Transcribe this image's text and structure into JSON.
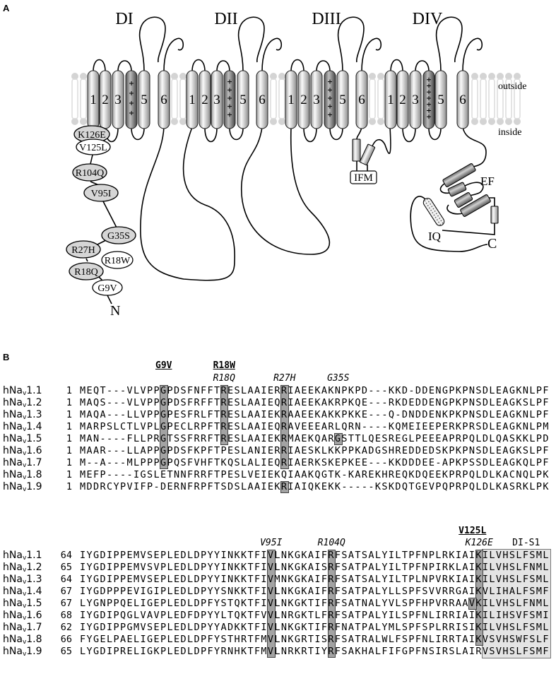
{
  "panel_a": {
    "letter": "A",
    "domains": [
      {
        "label": "DI",
        "helix_labels": [
          "1",
          "2",
          "3",
          "",
          "5",
          "6"
        ],
        "s4_charges": 4
      },
      {
        "label": "DII",
        "helix_labels": [
          "1",
          "2",
          "3",
          "",
          "5",
          "6"
        ],
        "s4_charges": 5
      },
      {
        "label": "DIII",
        "helix_labels": [
          "1",
          "2",
          "3",
          "",
          "5",
          "6"
        ],
        "s4_charges": 5
      },
      {
        "label": "DIV",
        "helix_labels": [
          "1",
          "2",
          "3",
          "",
          "5",
          "6"
        ],
        "s4_charges": 7
      }
    ],
    "outside_label": "outside",
    "inside_label": "inside",
    "mutations": [
      {
        "label": "K126E",
        "shaded": true
      },
      {
        "label": "V125L",
        "shaded": false
      },
      {
        "label": "R104Q",
        "shaded": true
      },
      {
        "label": "V95I",
        "shaded": true
      },
      {
        "label": "G35S",
        "shaded": true
      },
      {
        "label": "R27H",
        "shaded": true
      },
      {
        "label": "R18Q",
        "shaded": true
      },
      {
        "label": "R18W",
        "shaded": false
      },
      {
        "label": "G9V",
        "shaded": false
      }
    ],
    "n_terminus": "N",
    "c_terminus": "C",
    "ifm_label": "IFM",
    "ef_label": "EF",
    "iq_label": "IQ"
  },
  "panel_b": {
    "letter": "B",
    "blocks": [
      {
        "annotations": [
          {
            "text": "G9V",
            "col": 12,
            "style": "bold",
            "line": 0
          },
          {
            "text": "R18W",
            "col": 21,
            "style": "bold",
            "line": 0
          },
          {
            "text": "R18Q",
            "col": 21,
            "style": "italic",
            "line": 1
          },
          {
            "text": "R27H",
            "col": 30,
            "style": "italic",
            "line": 1
          },
          {
            "text": "G35S",
            "col": 38,
            "style": "italic",
            "line": 1
          }
        ],
        "highlights": [
          {
            "col": 12,
            "rows": [
              0,
              6
            ]
          },
          {
            "col": 21,
            "rows": [
              0,
              4
            ]
          },
          {
            "col": 30,
            "rows": [
              0,
              6
            ]
          },
          {
            "col": 30,
            "rows": [
              8,
              8
            ]
          },
          {
            "col": 38,
            "rows": [
              4,
              4
            ]
          }
        ],
        "rows": [
          {
            "name": "hNa",
            "sub": "v",
            "ver": "1.1",
            "start": "1",
            "seq": "MEQT---VLVPPGPDSFNFFTRESLAAIERRIAEEKAKNPKPD---KKD-DDENGPKPNSDLEAGKNLPF"
          },
          {
            "name": "hNa",
            "sub": "v",
            "ver": "1.2",
            "start": "1",
            "seq": "MAQS---VLVPPGPDSFRFFTRESLAAIEQRIAEEKAKRPKQE---RKDEDDENGPKPNSDLEAGKSLPF"
          },
          {
            "name": "hNa",
            "sub": "v",
            "ver": "1.3",
            "start": "1",
            "seq": "MAQA---LLVPPGPESFRLFTRESLAAIEKRAAEEKAKKPKKE---Q-DNDDENKPKPNSDLEAGKNLPF"
          },
          {
            "name": "hNa",
            "sub": "v",
            "ver": "1.4",
            "start": "1",
            "seq": "MARPSLCTLVPLGPECLRPFTRESLAAIEQRAVEEEARLQRN----KQMEIEEPERKPRSDLEAGKNLPM"
          },
          {
            "name": "hNa",
            "sub": "v",
            "ver": "1.5",
            "start": "1",
            "seq": "MAN----FLLPRGTSSFRRFTRESLAAIEKRMAEKQARGSTTLQESREGLPEEEAPRPQLDLQASKKLPD"
          },
          {
            "name": "hNa",
            "sub": "v",
            "ver": "1.6",
            "start": "1",
            "seq": "MAAR---LLAPPGPDSFKPFTPESLANIERRIAESKLKKPPKADGSHREDDEDSKPKPNSDLEAGKSLPF"
          },
          {
            "name": "hNa",
            "sub": "v",
            "ver": "1.7",
            "start": "1",
            "seq": "M--A---MLPPPGPQSFVHFTKQSLALIEQRIAERKSKEPKEE---KKDDDEE-APKPSSDLEAGKQLPF"
          },
          {
            "name": "hNa",
            "sub": "v",
            "ver": "1.8",
            "start": "1",
            "seq": "MEFP----IGSLETNNFRRFTPESLVEIEKQIAAKQGTK-KAREKHREQKDQEEKPRPQLDLKACNQLPK"
          },
          {
            "name": "hNa",
            "sub": "v",
            "ver": "1.9",
            "start": "1",
            "seq": "MDDRCYPVIFP-DERNFRPFTSDSLAAIEKRIAIQKEKK-----KSKDQTGEVPQPRPQLDLKASRKLPK"
          }
        ]
      },
      {
        "annotations": [
          {
            "text": "V125L",
            "col": 58,
            "style": "bold",
            "line": 0
          },
          {
            "text": "V95I",
            "col": 28,
            "style": "italic",
            "line": 1
          },
          {
            "text": "R104Q",
            "col": 37,
            "style": "italic",
            "line": 1
          },
          {
            "text": "K126E",
            "col": 59,
            "style": "italic",
            "line": 1
          },
          {
            "text": "DI-S1",
            "col": 66,
            "style": "plain",
            "line": 1
          }
        ],
        "region": {
          "label": "DI-S1",
          "cols": [
            60,
            69
          ],
          "rows": [
            0,
            8
          ]
        },
        "highlights": [
          {
            "col": 28,
            "rows": [
              0,
              8
            ]
          },
          {
            "col": 37,
            "rows": [
              0,
              8
            ]
          },
          {
            "col": 59,
            "rows": [
              0,
              7
            ]
          },
          {
            "col": 58,
            "rows": [
              4,
              4
            ]
          }
        ],
        "rows": [
          {
            "name": "hNa",
            "sub": "v",
            "ver": "1.1",
            "start": "64",
            "seq": "IYGDIPPEMVSEPLEDLDPYYINKKTFIVLNKGKAIFRFSATSALYILTPFNPLRKIAIKILVHSLFSML"
          },
          {
            "name": "hNa",
            "sub": "v",
            "ver": "1.2",
            "start": "65",
            "seq": "IYGDIPPEMVSVPLEDLDPYYINKKTFIVLNKGKAISRFSATPALYILTPFNPIRKLAIKILVHSLFNML"
          },
          {
            "name": "hNa",
            "sub": "v",
            "ver": "1.3",
            "start": "64",
            "seq": "IYGDIPPEMVSEPLEDLDPYYINKKTFIVMNKGKAIFRFSATSALYILTPLNPVRKIAIKILVHSLFSML"
          },
          {
            "name": "hNa",
            "sub": "v",
            "ver": "1.4",
            "start": "67",
            "seq": "IYGDPPPEVIGIPLEDLDPYYSNKKTFIVLNKGKAIFRFSATPALYLLSPFSVVRRGAIKVLIHALFSMF"
          },
          {
            "name": "hNa",
            "sub": "v",
            "ver": "1.5",
            "start": "67",
            "seq": "LYGNPPQELIGEPLEDLDPFYSTQKTFIVLNKGKTIFRFSATNALYVLSPFHPVRRAAVKILVHSLFNML"
          },
          {
            "name": "hNa",
            "sub": "v",
            "ver": "1.6",
            "start": "68",
            "seq": "IYGDIPQGLVAVPLEDFDPYYLTQKTFVVLNRGKTLFRFSATPALYILSPFNLIRRIAIKILIHSVFSMI"
          },
          {
            "name": "hNa",
            "sub": "v",
            "ver": "1.7",
            "start": "62",
            "seq": "IYGDIPPGMVSEPLEDLDPYYADKKTFIVLNKGKTIFRFNATPALYMLSPFSPLRRISIKILVHSLFSML"
          },
          {
            "name": "hNa",
            "sub": "v",
            "ver": "1.8",
            "start": "66",
            "seq": "FYGELPAELIGEPLEDLDPFYSTHRTFMVLNKGRTISRFSATRALWLFSPFNLIRRTAIKVSVHSWFSLF"
          },
          {
            "name": "hNa",
            "sub": "v",
            "ver": "1.9",
            "start": "65",
            "seq": "LYGDIPRELIGKPLEDLDPFYRNHKTFMVLNRKRTIYRFSAKHALFIFGPFNSIRSLAIRVSVHSLFSMF"
          }
        ]
      }
    ]
  }
}
